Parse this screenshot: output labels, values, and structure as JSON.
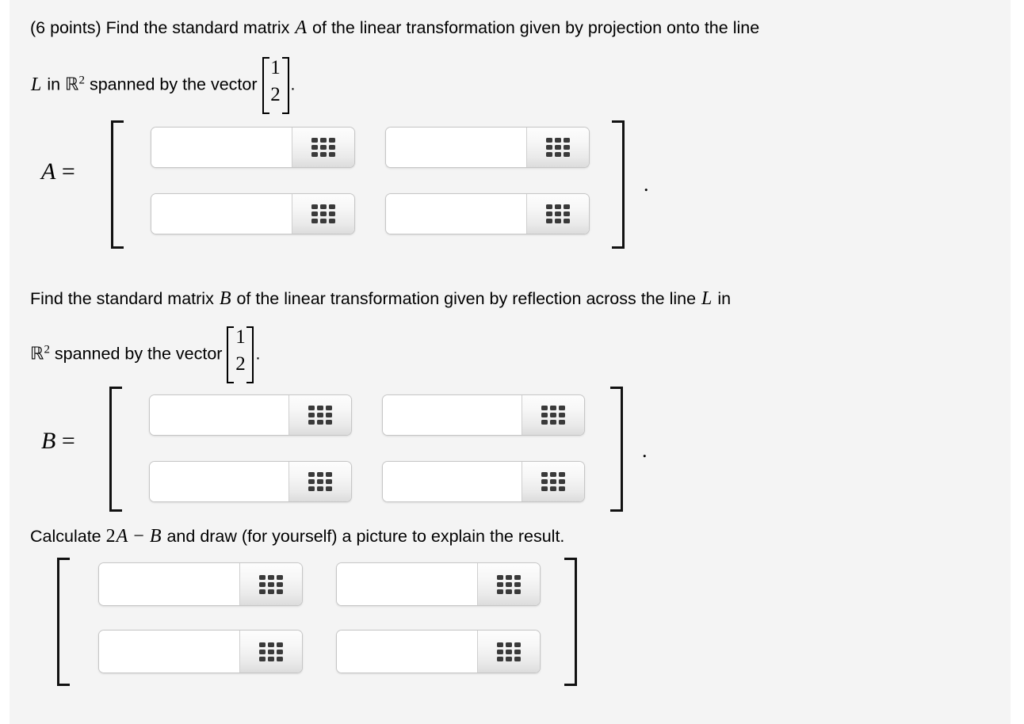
{
  "page": {
    "background": "#ffffff",
    "panel_background": "#f4f4f4"
  },
  "questions": [
    {
      "id": "q-projection",
      "line1_a": "(6 points) Find the standard matrix ",
      "line1_var": "A",
      "line1_b": " of the linear transformation given by projection onto the line",
      "line2_var": "L",
      "line2_a": " in ",
      "line2_set": "R",
      "line2_exp": "2",
      "line2_b": " spanned by the vector",
      "vector": [
        "1",
        "2"
      ],
      "period": ".",
      "matrix_label": "A",
      "matrix_equals": "=",
      "matrix_period": ".",
      "cells": [
        {
          "value": "",
          "placeholder": ""
        },
        {
          "value": "",
          "placeholder": ""
        },
        {
          "value": "",
          "placeholder": ""
        },
        {
          "value": "",
          "placeholder": ""
        }
      ]
    },
    {
      "id": "q-reflection",
      "line1_a": "Find the standard matrix ",
      "line1_var": "B",
      "line1_b": " of the linear transformation given by reflection across the line ",
      "line1_var2": "L",
      "line1_c": " in",
      "line2_set": "R",
      "line2_exp": "2",
      "line2_b": " spanned by the vector",
      "vector": [
        "1",
        "2"
      ],
      "period": ".",
      "matrix_label": "B",
      "matrix_equals": "=",
      "matrix_period": ".",
      "cells": [
        {
          "value": "",
          "placeholder": ""
        },
        {
          "value": "",
          "placeholder": ""
        },
        {
          "value": "",
          "placeholder": ""
        },
        {
          "value": "",
          "placeholder": ""
        }
      ]
    },
    {
      "id": "q-combination",
      "line1_a": "Calculate ",
      "line1_expr_num": "2",
      "line1_expr_varA": "A",
      "line1_expr_minus": " − ",
      "line1_expr_varB": "B",
      "line1_b": " and draw (for yourself) a picture to explain the result.",
      "cells": [
        {
          "value": "",
          "placeholder": ""
        },
        {
          "value": "",
          "placeholder": ""
        },
        {
          "value": "",
          "placeholder": ""
        },
        {
          "value": "",
          "placeholder": ""
        }
      ]
    }
  ],
  "icons": {
    "keypad": "grid-3x3-icon"
  }
}
